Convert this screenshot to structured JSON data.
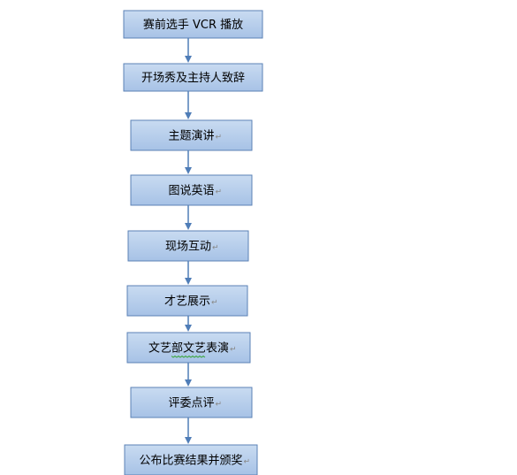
{
  "colors": {
    "node_fill_top": "#c9dbf1",
    "node_fill_bottom": "#a7c2e6",
    "node_border": "#5b82b6",
    "arrow": "#4f7db7",
    "text": "#000000",
    "spellcheck_underline": "#3aa53a"
  },
  "nodes": [
    {
      "label": "赛前选手 VCR 播放",
      "para_mark": ""
    },
    {
      "label": "开场秀及主持人致辞",
      "para_mark": ""
    },
    {
      "label": "主题演讲",
      "para_mark": "↵"
    },
    {
      "label": "图说英语",
      "para_mark": "↵"
    },
    {
      "label": "现场互动",
      "para_mark": "↵"
    },
    {
      "label": "才艺展示",
      "para_mark": "↵"
    },
    {
      "label": "文艺部文艺表演",
      "para_mark": "↵",
      "underlined": "部文艺"
    },
    {
      "label": "评委点评",
      "para_mark": "↵"
    },
    {
      "label": "公布比赛结果并颁奖",
      "para_mark": "↵"
    }
  ]
}
